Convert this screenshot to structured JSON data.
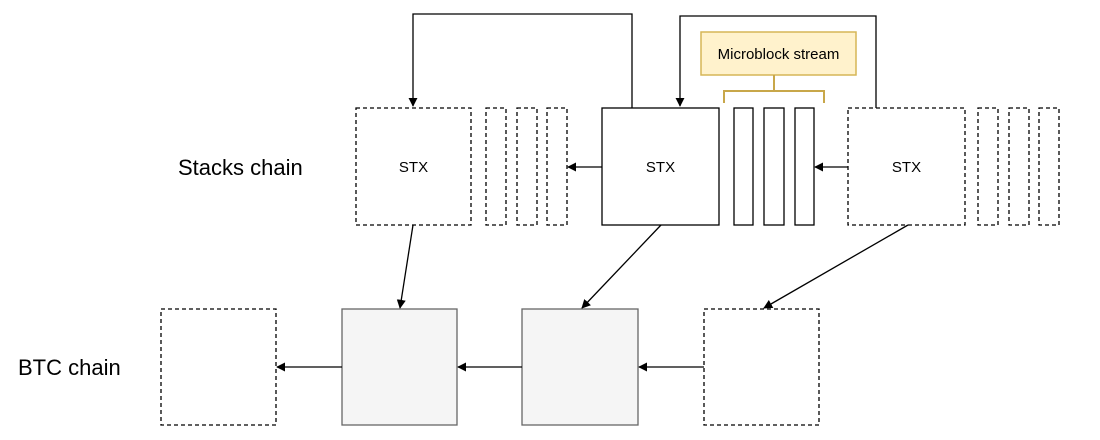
{
  "labels": {
    "stacks_chain": "Stacks chain",
    "btc_chain": "BTC chain",
    "microblock_stream": "Microblock stream"
  },
  "stacks_blocks": [
    {
      "label": "STX",
      "style": "dashed"
    },
    {
      "label": "STX",
      "style": "solid"
    },
    {
      "label": "STX",
      "style": "dashed"
    }
  ],
  "colors": {
    "stroke": "#000000",
    "btc_fill": "#f5f5f5",
    "btc_stroke": "#666666",
    "callout_fill": "#fff2cc",
    "callout_stroke": "#d6b656",
    "brace": "#c8a74a"
  }
}
